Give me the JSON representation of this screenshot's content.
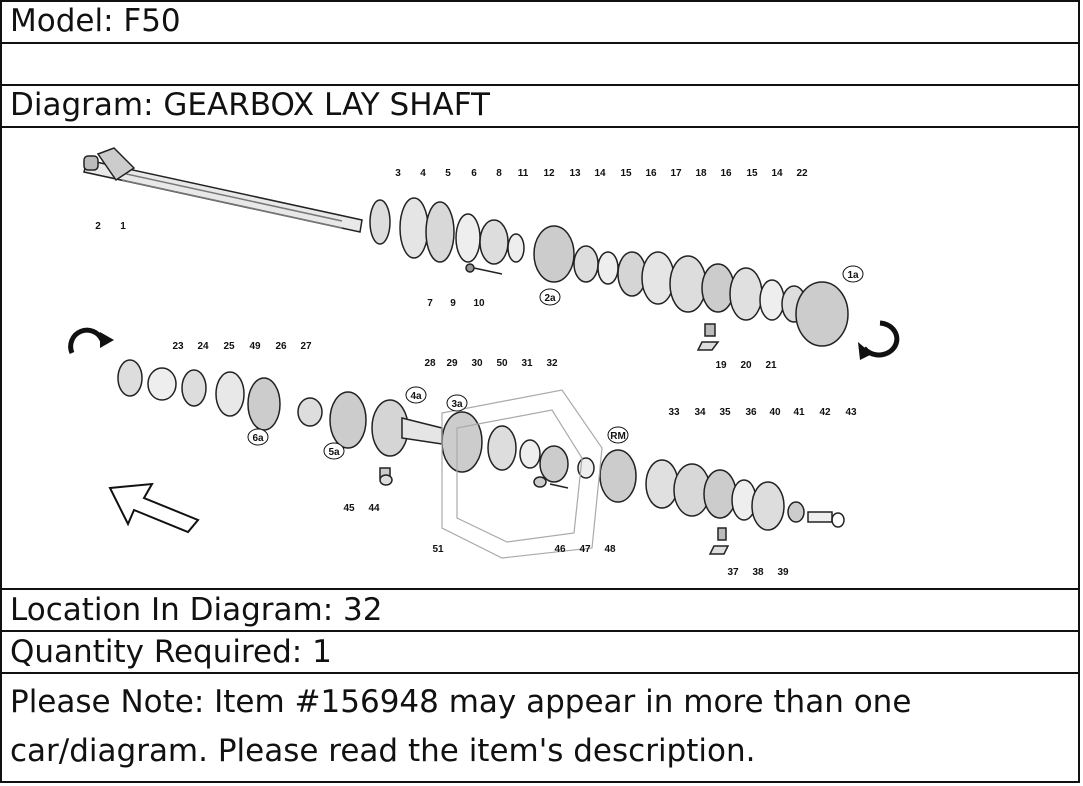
{
  "rows": {
    "model": "Model: F50",
    "diagram": "Diagram: GEARBOX LAY SHAFT",
    "location": "Location In Diagram: 32",
    "quantity": "Quantity Required: 1",
    "note": "Please Note: Item #156948 may appear in more than one car/diagram. Please read the item's description."
  },
  "diagram": {
    "top_callouts": [
      "3",
      "4",
      "5",
      "6",
      "8",
      "11",
      "12",
      "13",
      "14",
      "15",
      "16",
      "17",
      "18",
      "16",
      "15",
      "14",
      "22"
    ],
    "mid_callouts_upper": [
      "2",
      "1",
      "7",
      "9",
      "10",
      "19",
      "20",
      "21"
    ],
    "circled_labels": [
      "1a",
      "2a",
      "3a",
      "4a",
      "5a",
      "6a",
      "RM"
    ],
    "row2_callouts": [
      "23",
      "24",
      "25",
      "49",
      "26",
      "27",
      "28",
      "29",
      "30",
      "50",
      "31",
      "32",
      "33",
      "34",
      "35",
      "36",
      "40",
      "41",
      "42",
      "43"
    ],
    "bottom_callouts": [
      "45",
      "44",
      "51",
      "46",
      "47",
      "48",
      "37",
      "38",
      "39"
    ]
  }
}
